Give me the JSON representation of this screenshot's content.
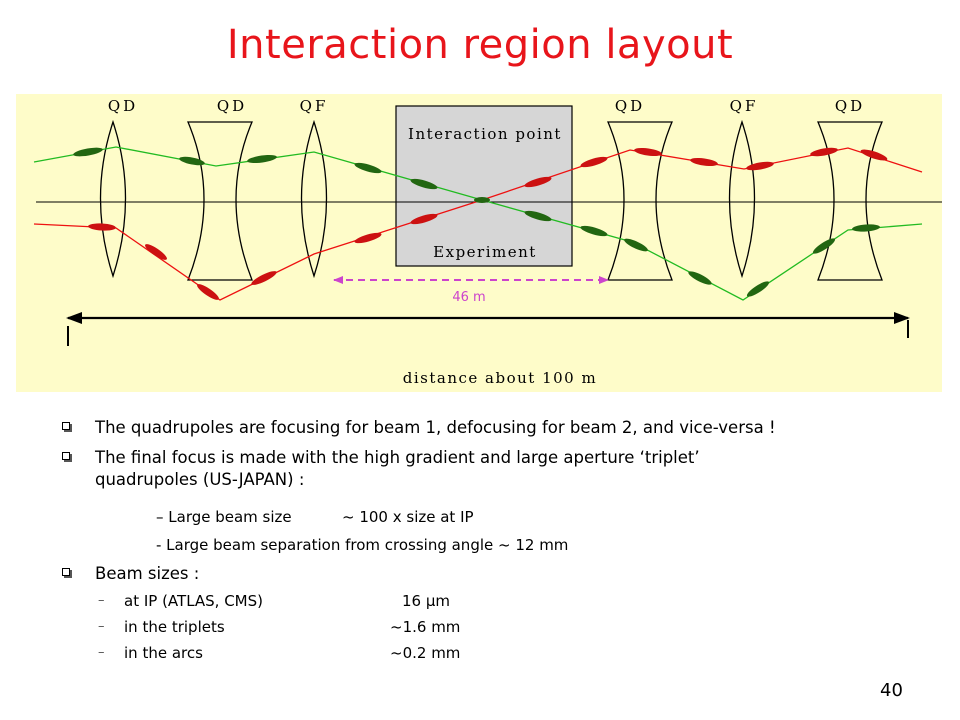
{
  "title": "Interaction region layout",
  "diagram": {
    "quad_labels": [
      "QD",
      "QD",
      "QF",
      "QD",
      "QF",
      "QD"
    ],
    "ip_box_top": "Interaction point",
    "ip_box_bottom": "Experiment",
    "distance_small": "46 m",
    "distance_total": "distance about 100 m",
    "colors": {
      "beam1": "#22bb22",
      "beam2": "#ee1111",
      "magnet_dark_green": "#226611",
      "magnet_red": "#cc1111",
      "dimension_arrow": "#cc44cc",
      "ip_box": "#d6d6d6"
    }
  },
  "bullets": {
    "b1": "The quadrupoles are focusing for beam 1, defocusing for beam 2, and vice-versa !",
    "b2_line1": "The final focus is made with the high gradient and large aperture ‘triplet’",
    "b2_line2": "quadrupoles (US-JAPAN) :",
    "sub1_label": "– Large beam size",
    "sub1_value": "~ 100 x size at IP",
    "sub2": "- Large beam separation from crossing angle ~ 12 mm",
    "b3": "Beam sizes :",
    "sizes": [
      {
        "label": "at IP (ATLAS, CMS)",
        "value": "16 μm"
      },
      {
        "label": "in the triplets",
        "value": "~1.6 mm"
      },
      {
        "label": "in the arcs",
        "value": "~0.2 mm"
      }
    ]
  },
  "page_number": "40"
}
